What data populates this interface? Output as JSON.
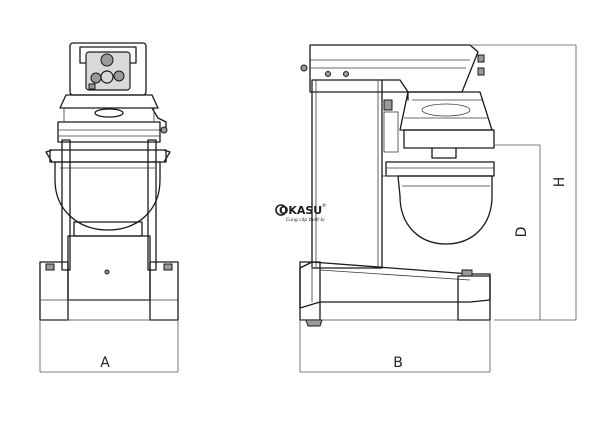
{
  "dimension_labels": {
    "a": "A",
    "b": "B",
    "d": "D",
    "h": "H"
  },
  "watermark": {
    "logo_text": "OKASU",
    "registered": "®",
    "tagline": "Cung cấp thiết bị"
  }
}
